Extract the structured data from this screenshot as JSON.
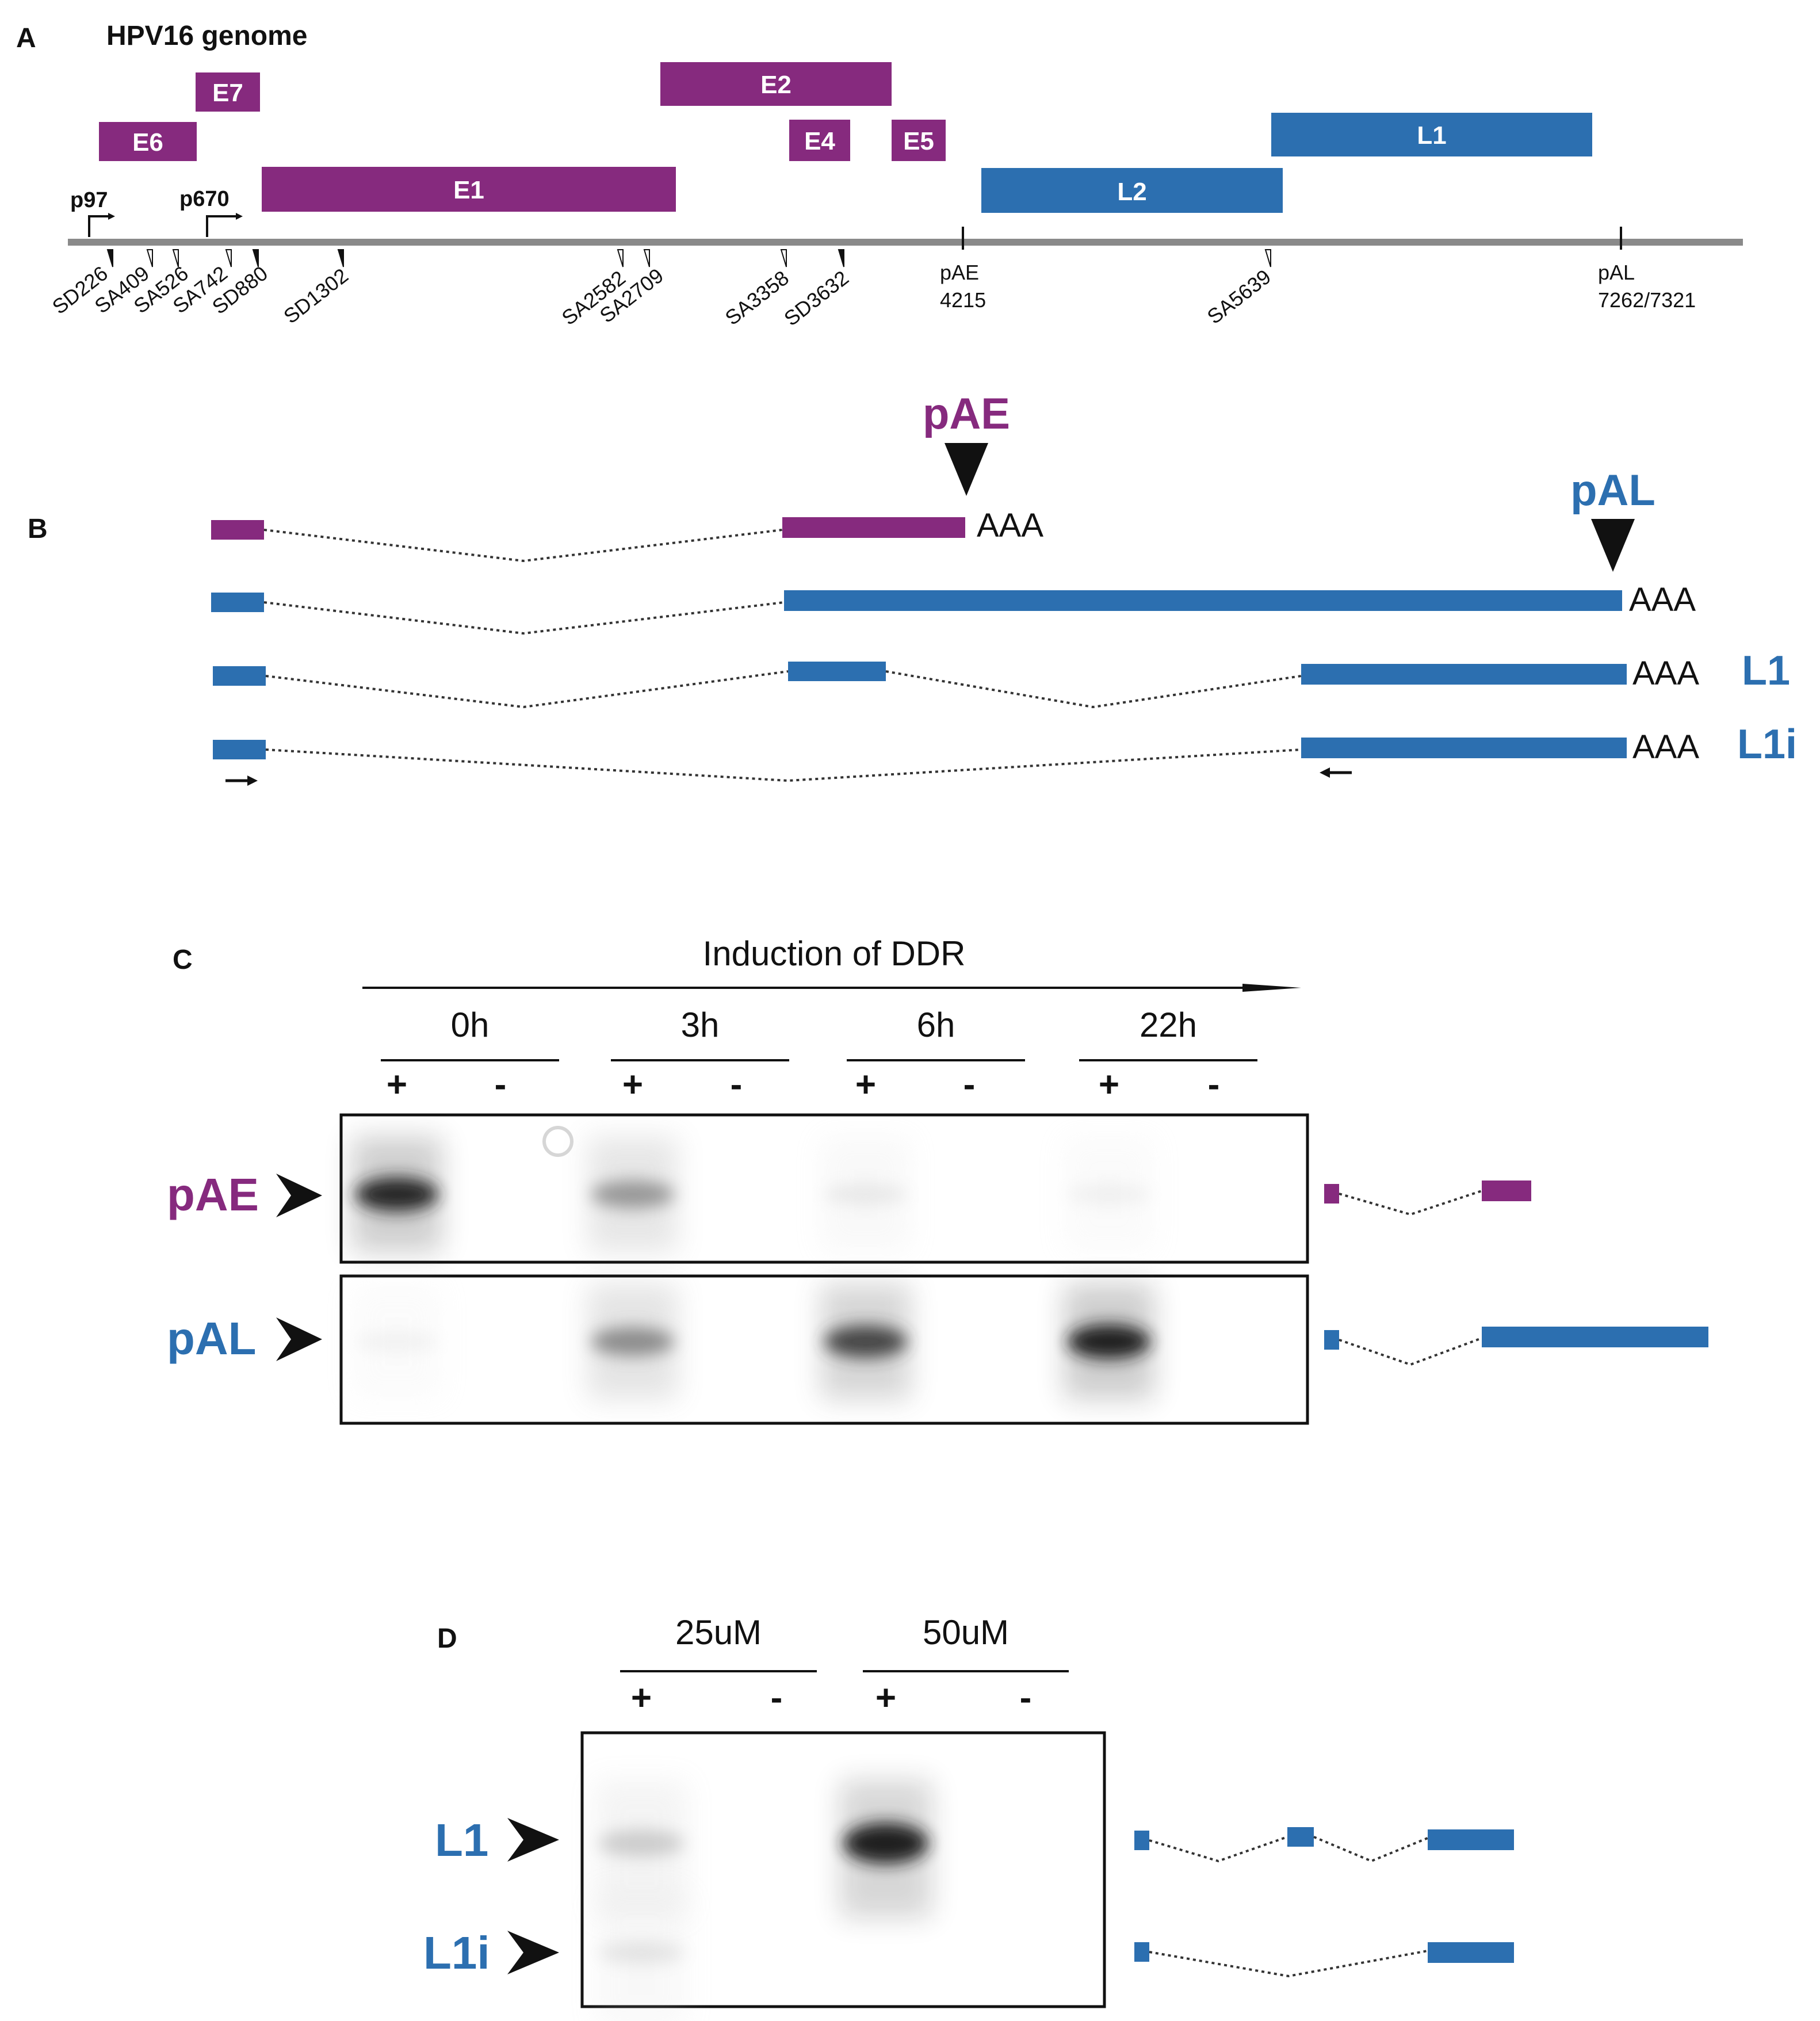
{
  "colors": {
    "early": "#862a7e",
    "late": "#2c6fb0",
    "genome_line": "#8a8a8a",
    "text": "#111111"
  },
  "panelA": {
    "panel_label": "A",
    "title": "HPV16 genome",
    "genes": [
      {
        "name": "E6",
        "class": "early"
      },
      {
        "name": "E7",
        "class": "early"
      },
      {
        "name": "E1",
        "class": "early"
      },
      {
        "name": "E2",
        "class": "early"
      },
      {
        "name": "E4",
        "class": "early"
      },
      {
        "name": "E5",
        "class": "early"
      },
      {
        "name": "L2",
        "class": "late"
      },
      {
        "name": "L1",
        "class": "late"
      }
    ],
    "promoters": [
      "p97",
      "p670"
    ],
    "splice_sites": [
      {
        "label": "SD226",
        "type": "donor"
      },
      {
        "label": "SA409",
        "type": "acceptor"
      },
      {
        "label": "SA526",
        "type": "acceptor"
      },
      {
        "label": "SA742",
        "type": "acceptor"
      },
      {
        "label": "SD880",
        "type": "donor"
      },
      {
        "label": "SD1302",
        "type": "donor"
      },
      {
        "label": "SA2582",
        "type": "acceptor"
      },
      {
        "label": "SA2709",
        "type": "acceptor"
      },
      {
        "label": "SA3358",
        "type": "acceptor"
      },
      {
        "label": "SD3632",
        "type": "donor"
      },
      {
        "label": "SA5639",
        "type": "acceptor"
      }
    ],
    "polyA_sites": [
      {
        "name": "pAE",
        "position": "4215"
      },
      {
        "name": "pAL",
        "position": "7262/7321"
      }
    ]
  },
  "panelB": {
    "panel_label": "B",
    "pAE_label": "pAE",
    "pAL_label": "pAL",
    "transcripts": [
      {
        "tail": "AAA",
        "name": ""
      },
      {
        "tail": "AAA",
        "name": ""
      },
      {
        "tail": "AAA",
        "name": "L1"
      },
      {
        "tail": "AAA",
        "name": "L1i"
      }
    ]
  },
  "panelC": {
    "panel_label": "C",
    "title": "Induction of DDR",
    "timepoints": [
      "0h",
      "3h",
      "6h",
      "22h"
    ],
    "lane_signs": [
      "+",
      "-",
      "+",
      "-",
      "+",
      "-",
      "+",
      "-"
    ],
    "rows": [
      {
        "label": "pAE",
        "band_intensity": [
          0.95,
          0,
          0.55,
          0,
          0.12,
          0,
          0.06,
          0
        ]
      },
      {
        "label": "pAL",
        "band_intensity": [
          0.05,
          0,
          0.6,
          0,
          0.85,
          0,
          0.97,
          0
        ]
      }
    ]
  },
  "panelD": {
    "panel_label": "D",
    "concentrations": [
      "25uM",
      "50uM"
    ],
    "lane_signs": [
      "+",
      "-",
      "+",
      "-"
    ],
    "rows": [
      {
        "label": "L1",
        "band_intensity": [
          0.3,
          0,
          0.97,
          0
        ]
      },
      {
        "label": "L1i",
        "band_intensity": [
          0.15,
          0,
          0,
          0
        ]
      }
    ]
  }
}
